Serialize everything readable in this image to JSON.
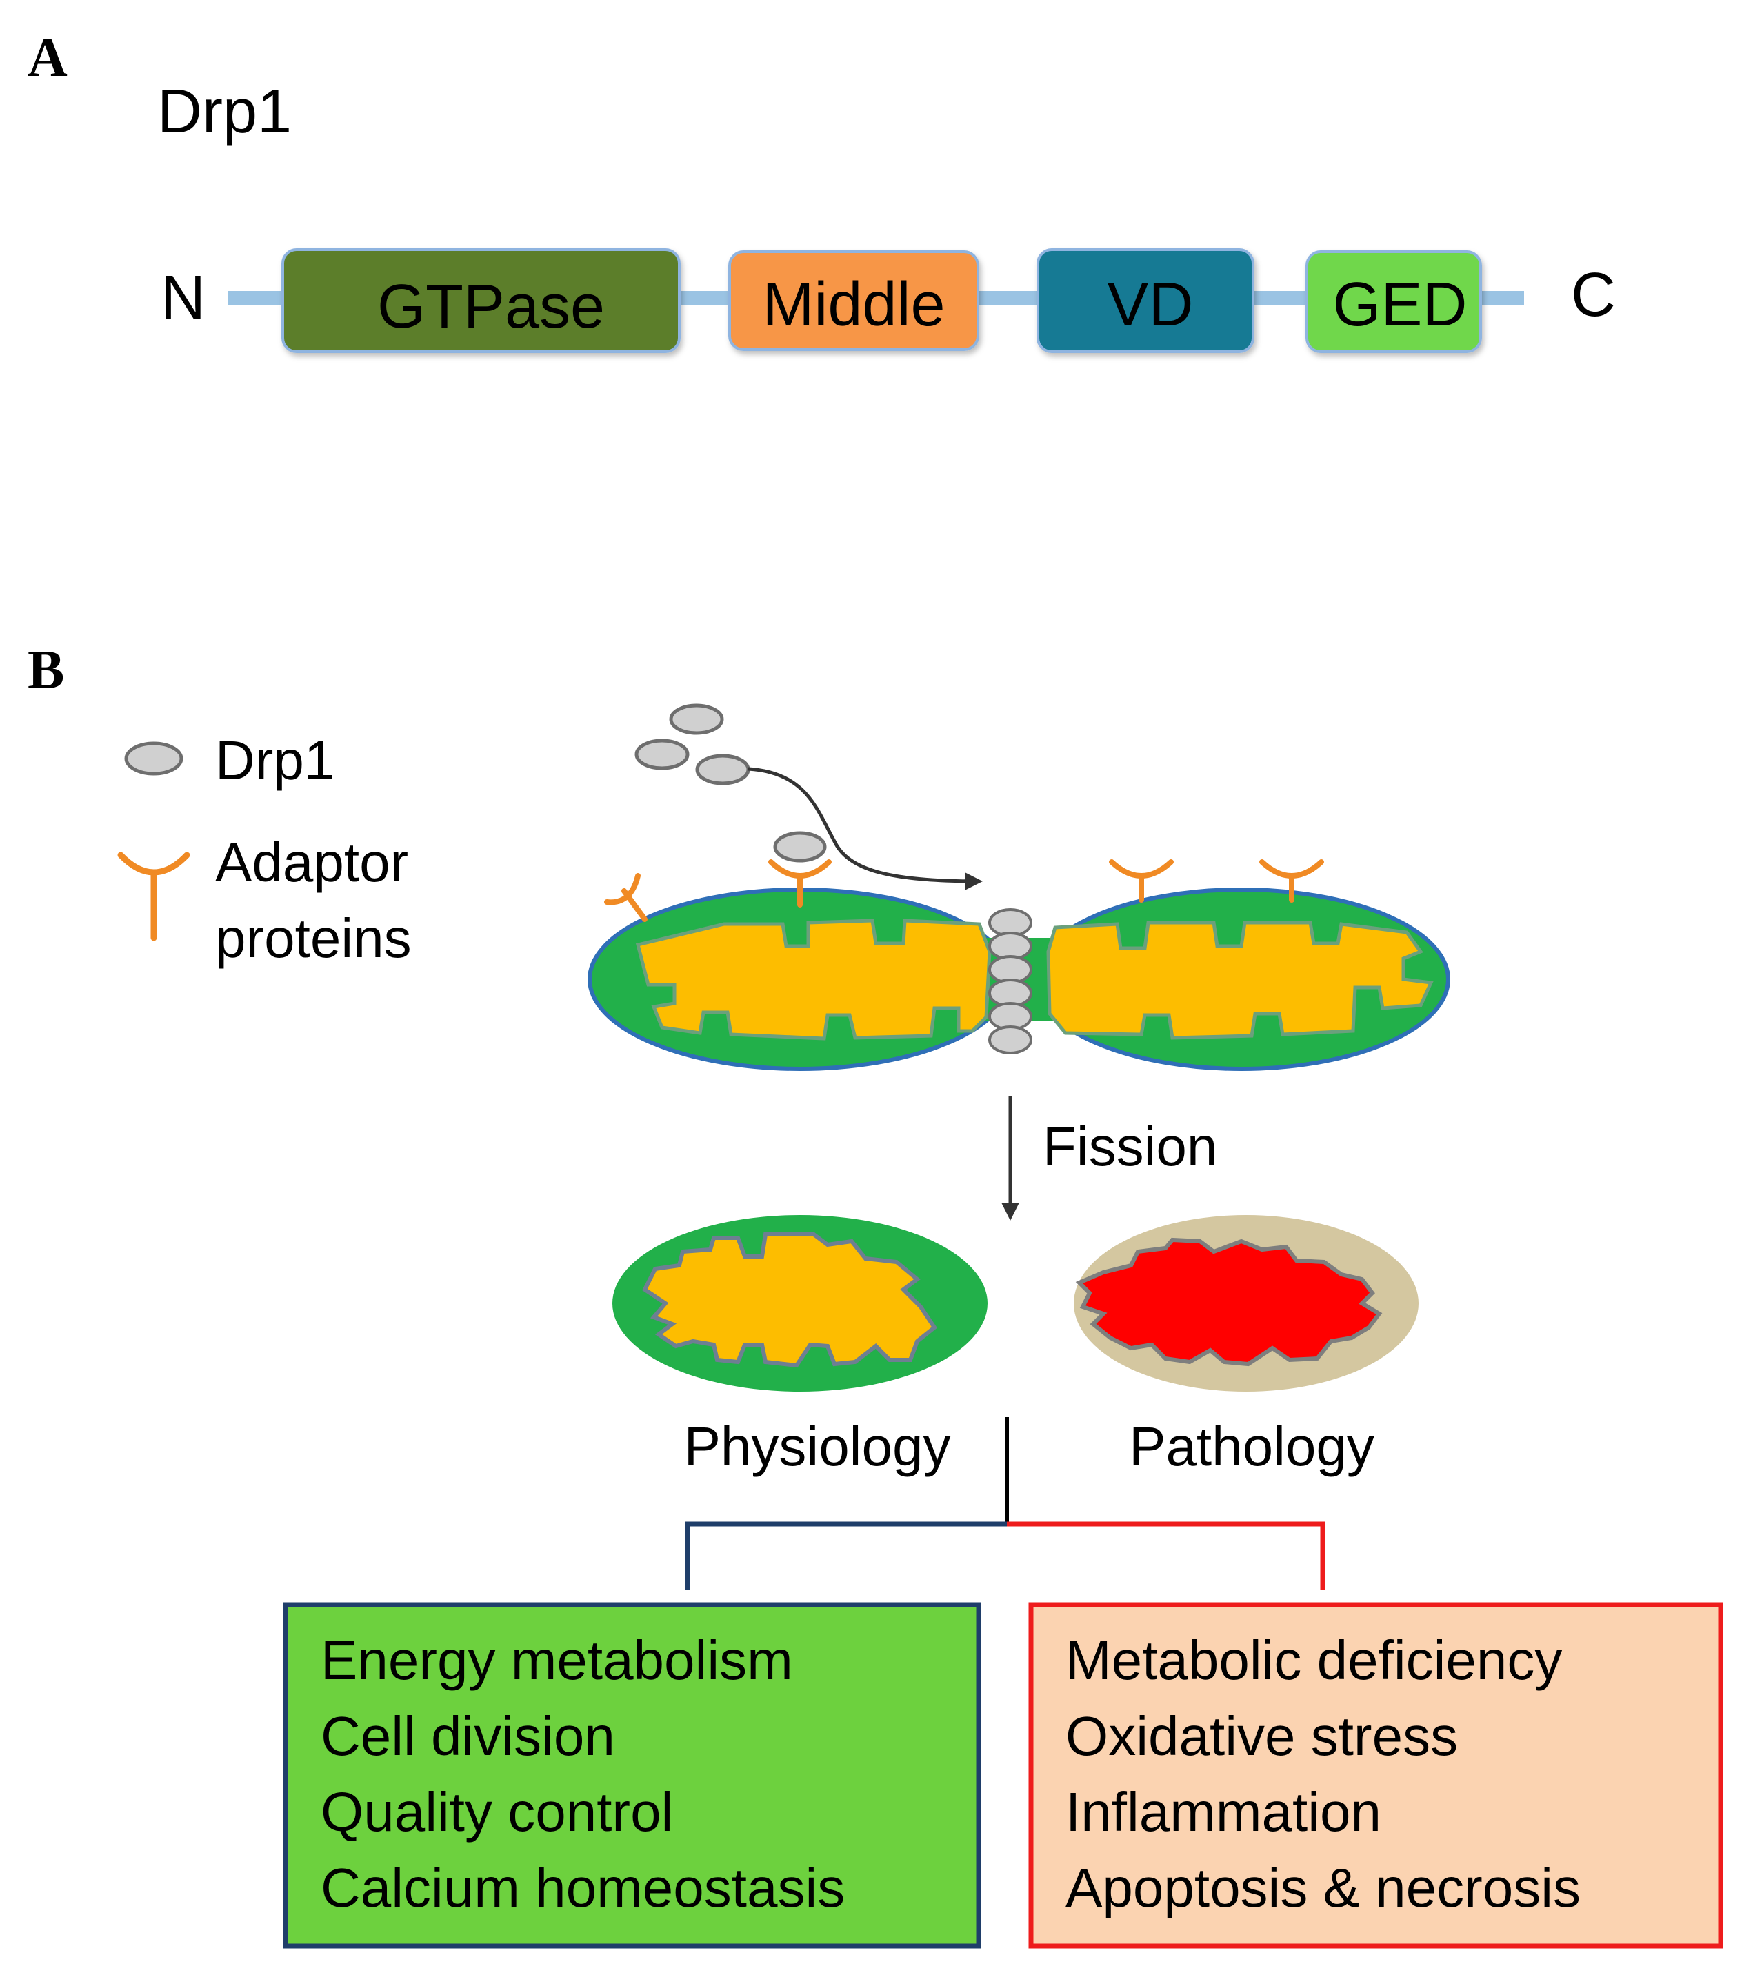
{
  "panel_a": {
    "letter": "A",
    "title": "Drp1",
    "n_label": "N",
    "c_label": "C",
    "domains": [
      {
        "label": "GTPase",
        "fill": "#5C7E2C"
      },
      {
        "label": "Middle",
        "fill": "#F79646"
      },
      {
        "label": "VD",
        "fill": "#127A94"
      },
      {
        "label": "GED",
        "fill": "#6FD74C"
      }
    ]
  },
  "panel_b": {
    "letter": "B",
    "legend": {
      "drp1": "Drp1",
      "adaptor_line1": "Adaptor",
      "adaptor_line2": "proteins"
    },
    "fission_label": "Fission",
    "physiology_label": "Physiology",
    "pathology_label": "Pathology",
    "physiology_items": [
      "Energy metabolism",
      "Cell division",
      "Quality control",
      "Calcium homeostasis"
    ],
    "pathology_items": [
      "Metabolic deficiency",
      "Oxidative stress",
      "Inflammation",
      "Apoptosis & necrosis"
    ]
  },
  "colors": {
    "outer_membrane_green": "#22B04A",
    "matrix_yellow": "#FDBD00",
    "pathology_matrix": "#FF0000",
    "pathology_outer": "#D4C7A0",
    "adaptor_orange": "#F08A24",
    "drp1_grey": "#D0D0D0",
    "physiology_box": "#6DD13E",
    "pathology_box": "#FBD3B1",
    "physiology_border": "#1F3E6A",
    "pathology_border": "#EE1C1C"
  }
}
